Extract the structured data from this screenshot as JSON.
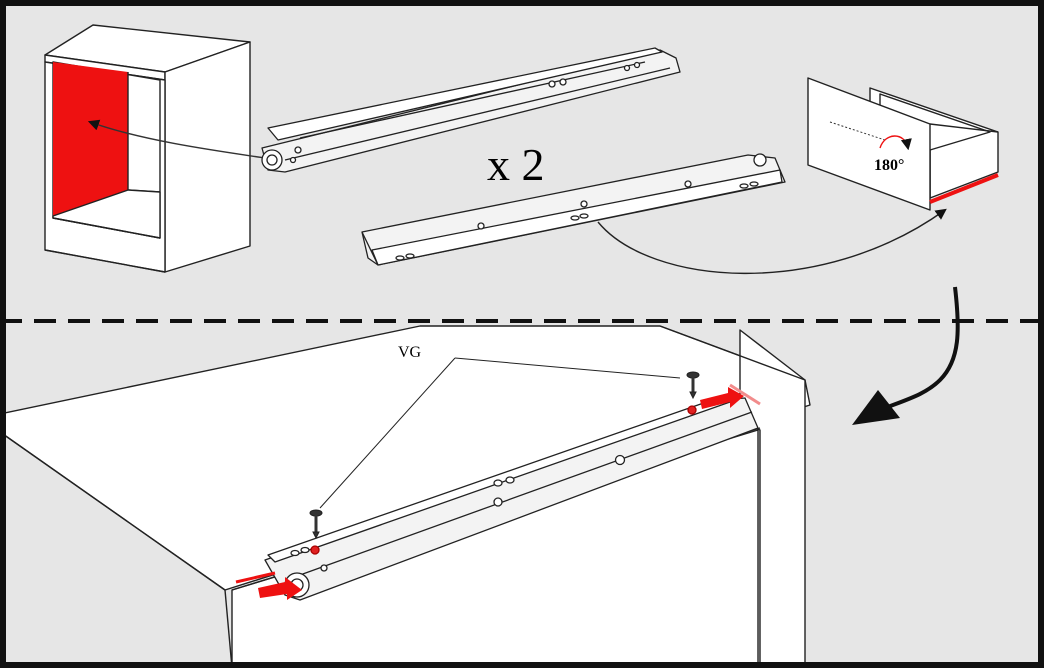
{
  "labels": {
    "quantity": "x 2",
    "rotation": "180°",
    "screw_label": "VG"
  },
  "colors": {
    "background_top": "#e6e6e6",
    "background_bottom": "#e6e6e6",
    "highlight_red": "#ee1111",
    "light_red": "#f28c8c",
    "line": "#1a1a1a",
    "rail_fill": "#f3f3f3",
    "panel_white": "#ffffff"
  },
  "icons": [
    "cabinet-icon",
    "drawer-rail-icon",
    "cabinet-rail-icon",
    "drawer-box-icon",
    "rotate-arrow-icon",
    "screw-icon",
    "direction-arrow-icon"
  ]
}
